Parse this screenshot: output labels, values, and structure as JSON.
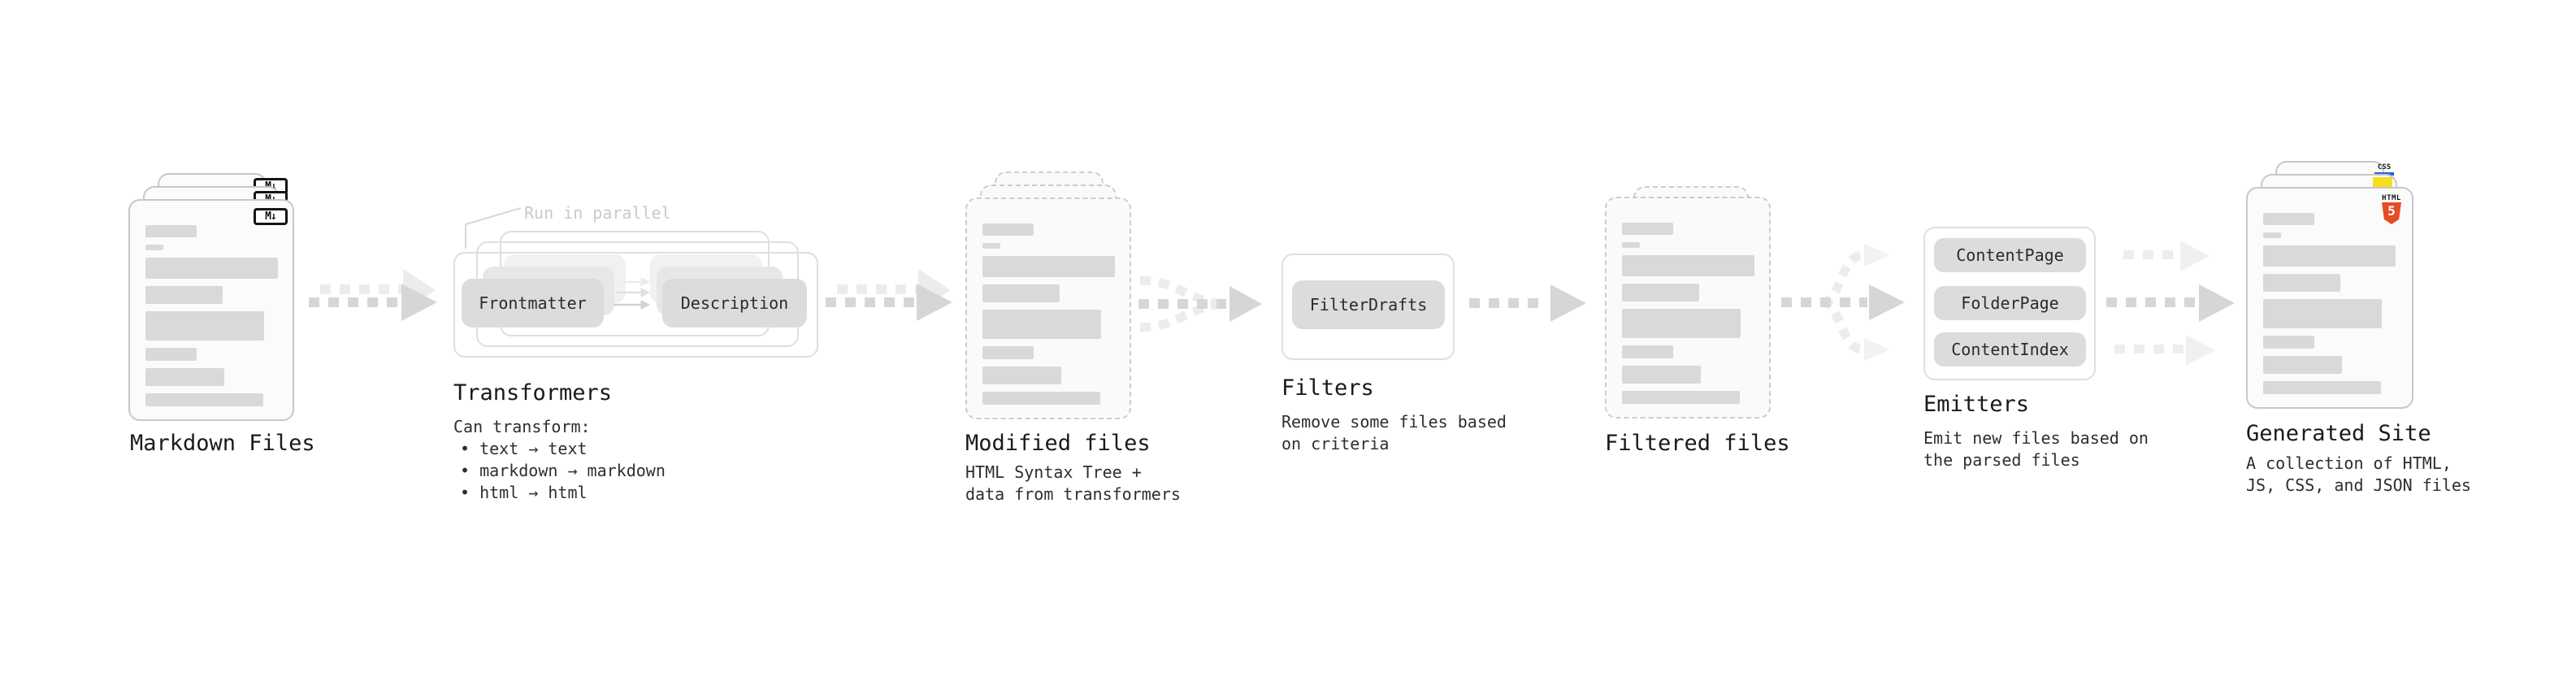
{
  "diagram": {
    "markdown_files": {
      "label": "Markdown Files",
      "badge": "M↓"
    },
    "transformers": {
      "parallel_note": "Run in parallel",
      "input_pill": "Frontmatter",
      "output_pill": "Description",
      "title": "Transformers",
      "desc_heading": "Can transform:",
      "bullets": [
        "• text → text",
        "• markdown → markdown",
        "• html → html"
      ]
    },
    "modified_files": {
      "title": "Modified files",
      "subtitle_lines": [
        "HTML Syntax Tree +",
        "data from transformers"
      ]
    },
    "filters": {
      "pill": "FilterDrafts",
      "title": "Filters",
      "subtitle_lines": [
        "Remove some files based",
        "on criteria"
      ]
    },
    "filtered_files": {
      "title": "Filtered files"
    },
    "emitters": {
      "pills": [
        "ContentPage",
        "FolderPage",
        "ContentIndex"
      ],
      "title": "Emitters",
      "subtitle_lines": [
        "Emit new files based on",
        "the parsed files"
      ]
    },
    "generated_site": {
      "title": "Generated Site",
      "subtitle_lines": [
        "A collection of HTML,",
        "JS, CSS, and JSON files"
      ],
      "badges": {
        "html_label": "HTML",
        "html_number": "5",
        "css_label": "CSS"
      }
    },
    "colors": {
      "html5_orange": "#e44d26",
      "js_yellow": "#f7df1e",
      "css_blue": "#2760e6"
    }
  }
}
